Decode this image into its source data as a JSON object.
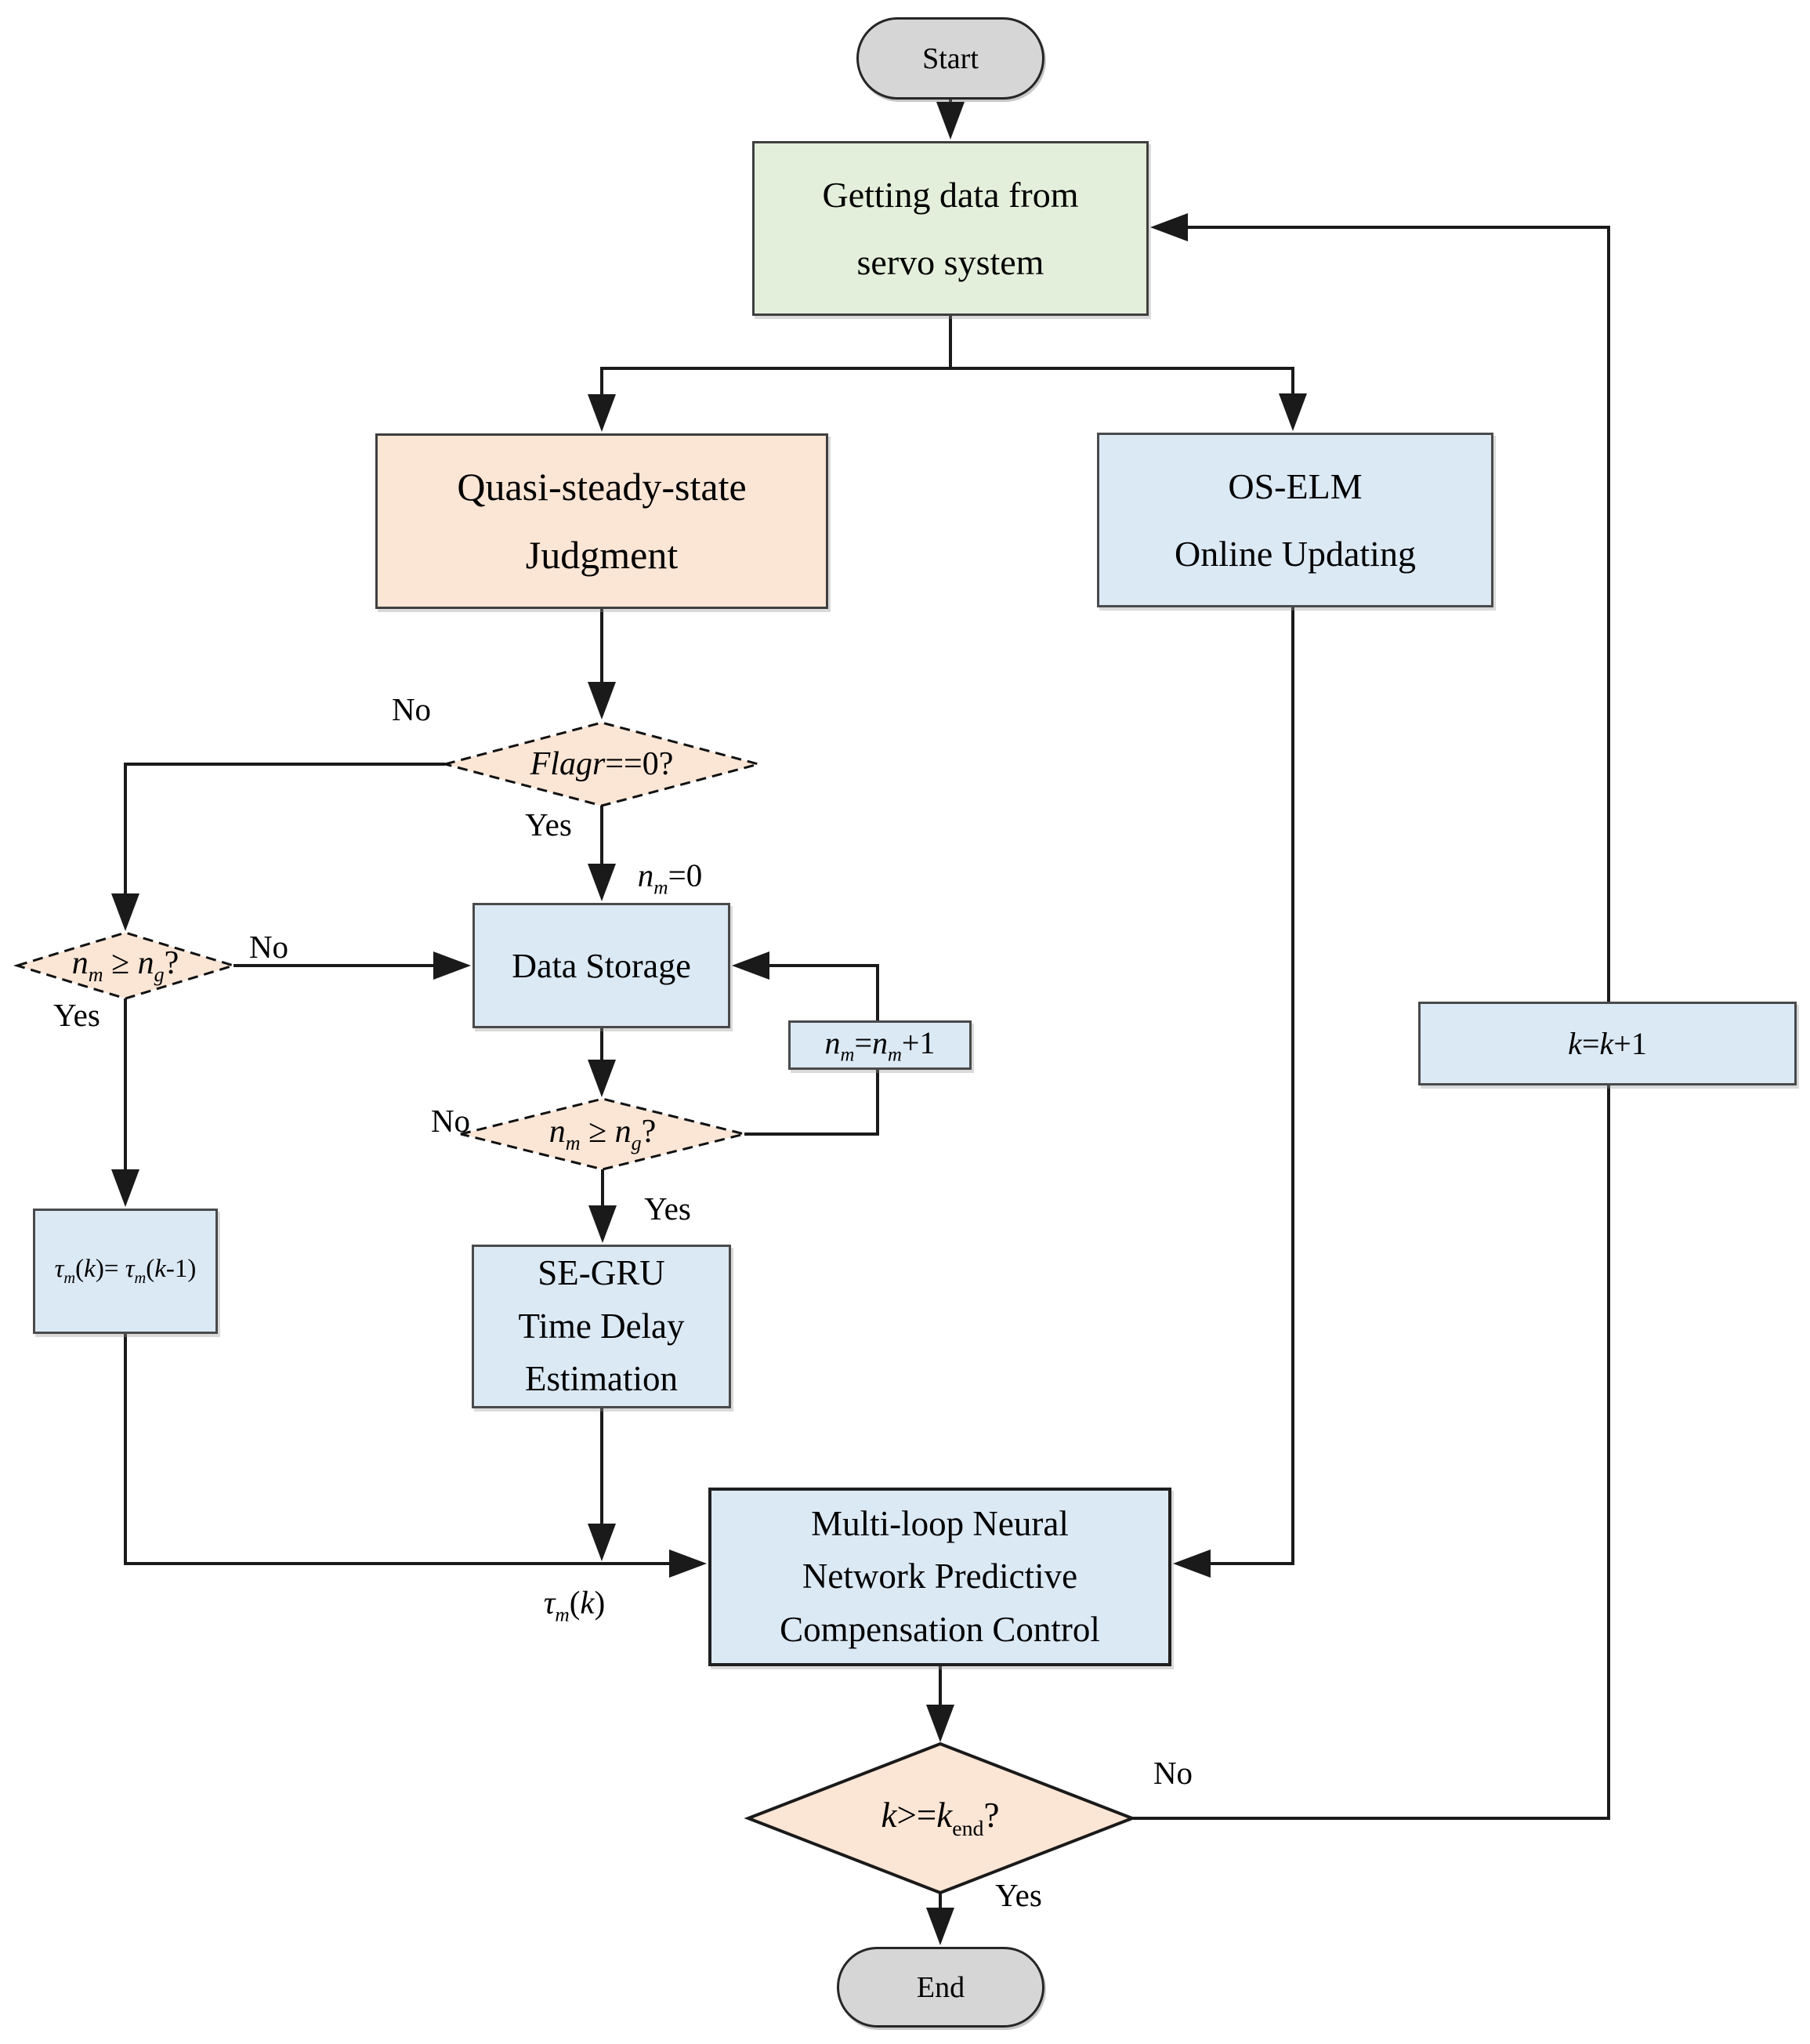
{
  "palette": {
    "terminal_fill": "#d6d6d6",
    "process_green": "#e4efdb",
    "process_blue": "#dbe9f5",
    "decision_peach": "#fbe5d5",
    "line_color": "#1a1a1a",
    "border_color": "#3f3f3f",
    "text_color": "#000000"
  },
  "nodes": {
    "start": {
      "label": "Start"
    },
    "getting_data": {
      "line1": "Getting data from",
      "line2": "servo system"
    },
    "quasi": {
      "line1": "Quasi-steady-state",
      "line2": "Judgment"
    },
    "oselm": {
      "line1": "OS-ELM",
      "line2": "Online Updating"
    },
    "flag_decision": {
      "segs": [
        {
          "t": "Flagr",
          "s": "i"
        },
        {
          "t": "==0?",
          "s": ""
        }
      ]
    },
    "nm_decision_left": {
      "segs": [
        {
          "t": "n",
          "s": "i"
        },
        {
          "t": "m",
          "s": "sub"
        },
        {
          "t": " ≥ ",
          "s": ""
        },
        {
          "t": "n",
          "s": "i"
        },
        {
          "t": "g",
          "s": "sub"
        },
        {
          "t": "?",
          "s": ""
        }
      ]
    },
    "data_storage": {
      "label": "Data Storage"
    },
    "nm_increment": {
      "segs": [
        {
          "t": "n",
          "s": "i"
        },
        {
          "t": "m",
          "s": "sub"
        },
        {
          "t": "=",
          "s": ""
        },
        {
          "t": "n",
          "s": "i"
        },
        {
          "t": "m",
          "s": "sub"
        },
        {
          "t": "+1",
          "s": ""
        }
      ]
    },
    "nm_decision_mid": {
      "segs": [
        {
          "t": "n",
          "s": "i"
        },
        {
          "t": "m",
          "s": "sub"
        },
        {
          "t": " ≥ ",
          "s": ""
        },
        {
          "t": "n",
          "s": "i"
        },
        {
          "t": "g",
          "s": "sub"
        },
        {
          "t": "?",
          "s": ""
        }
      ]
    },
    "tau_hold": {
      "segs": [
        {
          "t": "τ",
          "s": "i"
        },
        {
          "t": "m",
          "s": "sub"
        },
        {
          "t": "(",
          "s": ""
        },
        {
          "t": "k",
          "s": "i"
        },
        {
          "t": ")= ",
          "s": ""
        },
        {
          "t": "τ",
          "s": "i"
        },
        {
          "t": "m",
          "s": "sub"
        },
        {
          "t": "(",
          "s": ""
        },
        {
          "t": "k",
          "s": "i"
        },
        {
          "t": "-1)",
          "s": ""
        }
      ]
    },
    "segru": {
      "line1": "SE-GRU",
      "line2": "Time Delay",
      "line3": "Estimation"
    },
    "multiloop": {
      "line1": "Multi-loop Neural",
      "line2": "Network Predictive",
      "line3": "Compensation Control"
    },
    "k_increment": {
      "segs": [
        {
          "t": "k",
          "s": "i"
        },
        {
          "t": "=",
          "s": ""
        },
        {
          "t": "k",
          "s": "i"
        },
        {
          "t": "+1",
          "s": ""
        }
      ]
    },
    "kend_decision": {
      "segs": [
        {
          "t": "k",
          "s": "i"
        },
        {
          "t": ">=",
          "s": ""
        },
        {
          "t": "k",
          "s": "i"
        },
        {
          "t": "end",
          "s": "subr"
        },
        {
          "t": "?",
          "s": ""
        }
      ]
    },
    "end": {
      "label": "End"
    }
  },
  "edge_labels": {
    "flag_no": "No",
    "flag_yes": "Yes",
    "nm_init": {
      "segs": [
        {
          "t": "n",
          "s": "i"
        },
        {
          "t": "m",
          "s": "sub"
        },
        {
          "t": "=0",
          "s": ""
        }
      ]
    },
    "d1_no": "No",
    "d1_yes": "Yes",
    "d2_no": "No",
    "d2_yes": "Yes",
    "tau_out": {
      "segs": [
        {
          "t": "τ",
          "s": "i"
        },
        {
          "t": "m",
          "s": "sub"
        },
        {
          "t": "(",
          "s": ""
        },
        {
          "t": "k",
          "s": "i"
        },
        {
          "t": ")",
          "s": ""
        }
      ]
    },
    "kend_no": "No",
    "kend_yes": "Yes"
  }
}
